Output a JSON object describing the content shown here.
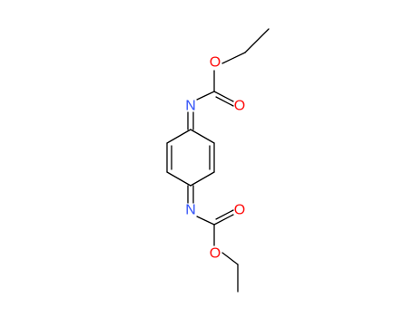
{
  "molecule": {
    "atoms": {
      "o_top_ester": {
        "symbol": "O",
        "color": "#ff0d0d"
      },
      "o_top_carbonyl": {
        "symbol": "O",
        "color": "#ff0d0d"
      },
      "n_top": {
        "symbol": "N",
        "color": "#3050f8"
      },
      "n_bottom": {
        "symbol": "N",
        "color": "#3050f8"
      },
      "o_bot_carbonyl": {
        "symbol": "O",
        "color": "#ff0d0d"
      },
      "o_bot_ester": {
        "symbol": "O",
        "color": "#ff0d0d"
      }
    }
  }
}
